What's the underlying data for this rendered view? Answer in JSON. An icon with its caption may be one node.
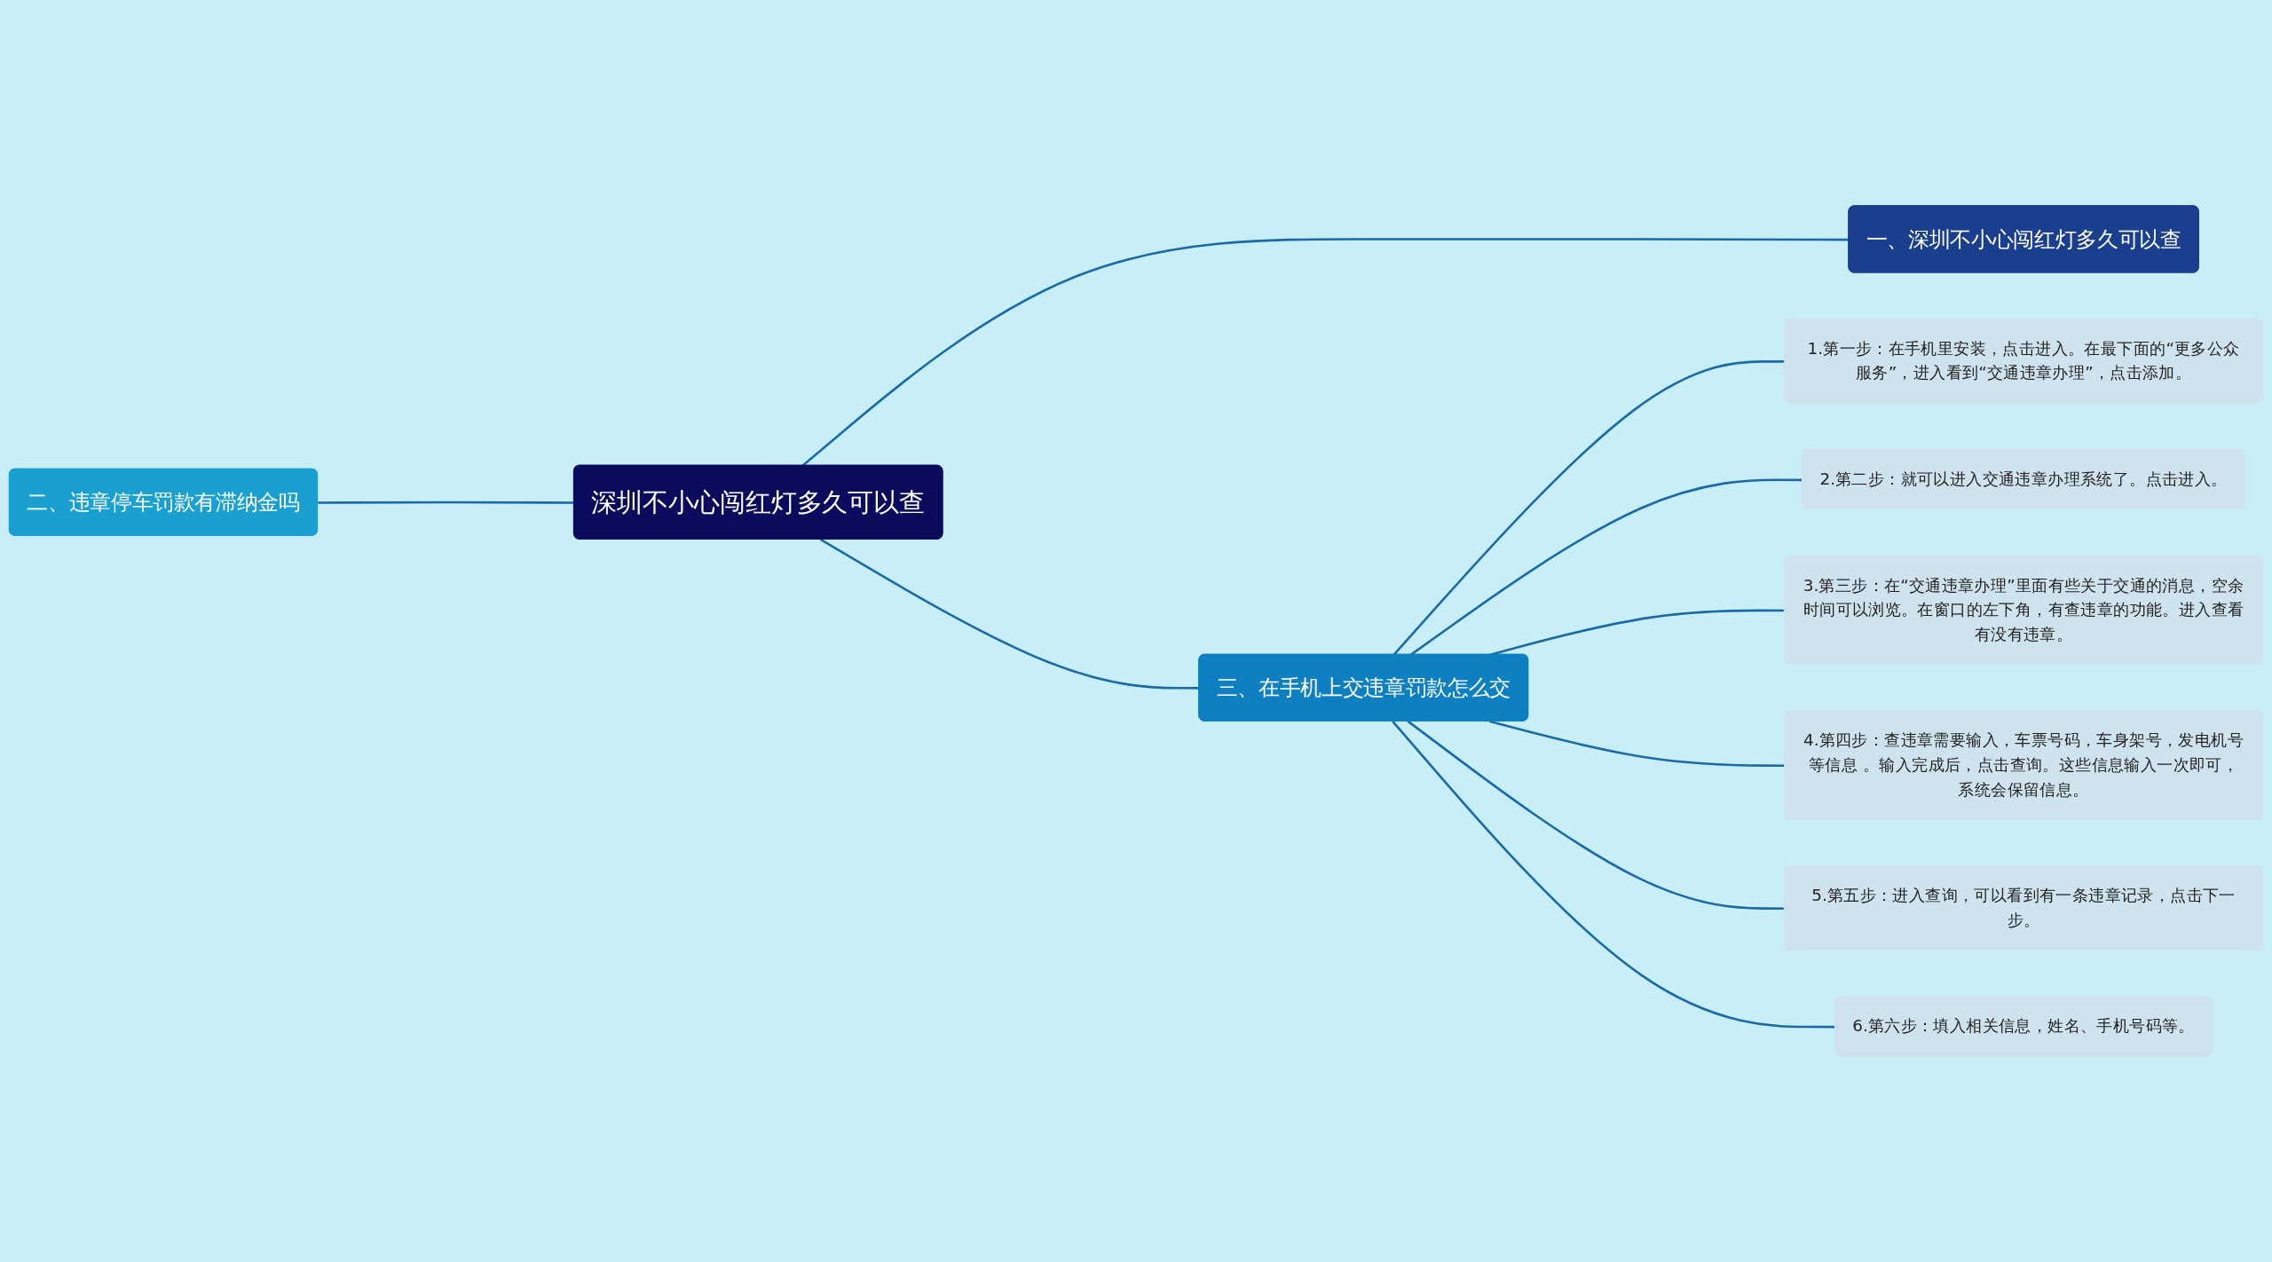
{
  "diagram": {
    "nodes": [
      {
        "text": [
          "深圳不小心闯红灯多久可以查"
        ]
      },
      {
        "text": [
          "二、违章停车罚款有滞纳金吗"
        ]
      },
      {
        "text": [
          "一、深圳不小心闯红灯多久可以查"
        ]
      },
      {
        "text": [
          "三、在手机上交违章罚款怎么交"
        ]
      },
      {
        "text": [
          "1.第一步：在手机里安装，点击进入。在最下面的“更多公众服务”，进入看到“交通违章办理”，点击添加。"
        ]
      },
      {
        "text": [
          "2.第二步：就可以进入交通违章办理系统了。点击进入。"
        ]
      },
      {
        "text": [
          "3.第三步：在“交通违章办理”里面有些关于交通的消息，空余时间可以浏览。在窗口的左下角，有查违章的功能。进入查看有没有违章。"
        ]
      },
      {
        "text": [
          "4.第四步：查违章需要输入，车票号码，车身架号，发电机号等信息 。输入完成后，点击查询。这些信息输入一次即可，系统会保留信息。"
        ]
      },
      {
        "text": [
          "5.第五步：进入查询，可以看到有一条违章记录，点击下一步。"
        ]
      },
      {
        "text": [
          "6.第六步：填入相关信息，姓名、手机号码等。"
        ]
      }
    ],
    "edges": [
      {
        "from": 1,
        "to": 0,
        "arrow": "none"
      },
      {
        "from": 0,
        "to": 2,
        "arrow": "none"
      },
      {
        "from": 0,
        "to": 3,
        "arrow": "none"
      },
      {
        "from": 3,
        "to": 4,
        "arrow": "none"
      },
      {
        "from": 3,
        "to": 5,
        "arrow": "none"
      },
      {
        "from": 3,
        "to": 6,
        "arrow": "none"
      },
      {
        "from": 3,
        "to": 7,
        "arrow": "none"
      },
      {
        "from": 3,
        "to": 8,
        "arrow": "none"
      },
      {
        "from": 3,
        "to": 9,
        "arrow": "none"
      }
    ]
  }
}
